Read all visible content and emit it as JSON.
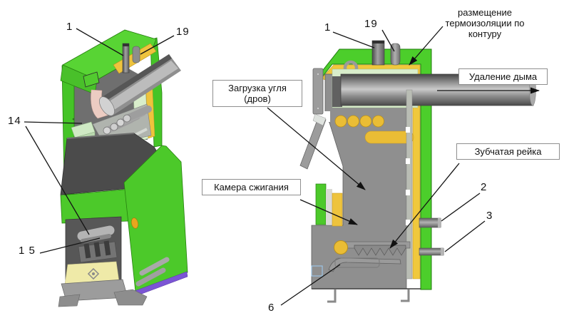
{
  "figure": {
    "left_view": {
      "name": "3d-cutaway-view"
    },
    "right_view": {
      "name": "cross-section-view"
    }
  },
  "callouts": {
    "left": {
      "n1": "1",
      "n19": "19",
      "n14": "14",
      "n15": "1 5"
    },
    "right": {
      "n1": "1",
      "n19": "19",
      "n2": "2",
      "n3": "3",
      "n6": "6"
    },
    "insulation_note": "размещение термоизоляции по контуру",
    "boxes": {
      "smoke": "Удаление дыма",
      "loading": "Загрузка угля (дров)",
      "chamber": "Камера сжигания",
      "rack": "Зубчатая рейка"
    }
  },
  "colors": {
    "shell_green": "#4cce2b",
    "shell_green_dark": "#26800f",
    "insulation_yellow": "#eec33d",
    "body_gray": "#8f8f8f",
    "dark_gray": "#4b4b4b",
    "pale_green_liner": "#d9eecb",
    "pink_lining": "#ecccc2",
    "floor_yellow": "#efeaa8",
    "purple_trim": "#7b55d4",
    "orange_plug": "#e8a61e",
    "highlight_blue": "#9cc4e4"
  }
}
